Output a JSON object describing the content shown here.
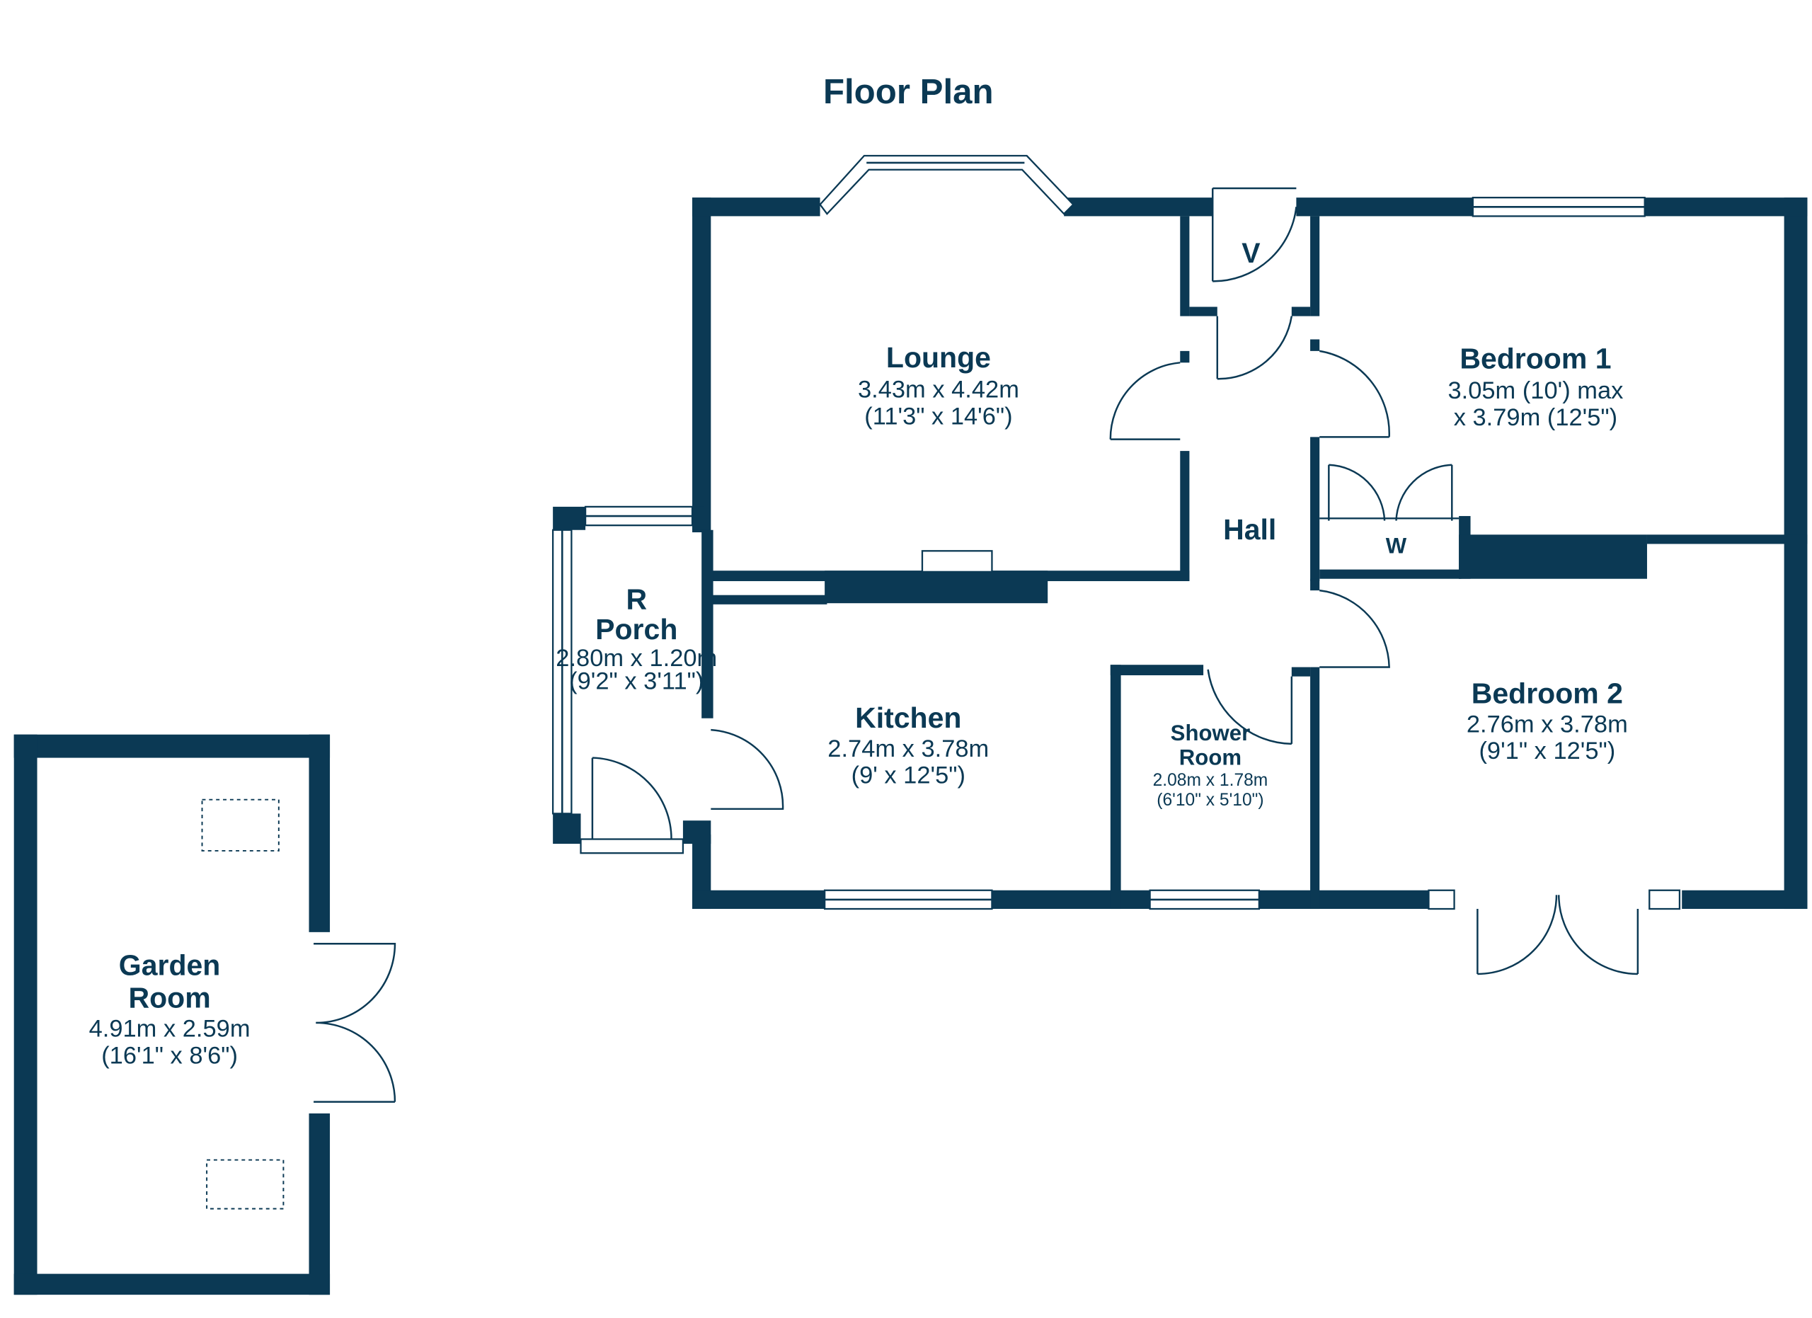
{
  "title": "Floor Plan",
  "rooms": {
    "lounge": {
      "name": "Lounge",
      "dim1": "3.43m x 4.42m",
      "dim2": "(11'3\" x 14'6\")"
    },
    "bedroom1": {
      "name": "Bedroom 1",
      "dim1": "3.05m (10') max",
      "dim2": "x 3.79m (12'5\")"
    },
    "hall": {
      "name": "Hall"
    },
    "porch": {
      "name_r": "R",
      "name": "Porch",
      "dim1": "2.80m x 1.20m",
      "dim2": "(9'2\" x 3'11\")"
    },
    "kitchen": {
      "name": "Kitchen",
      "dim1": "2.74m x 3.78m",
      "dim2": "(9' x 12'5\")"
    },
    "shower_room": {
      "name1": "Shower",
      "name2": "Room",
      "dim1": "2.08m x 1.78m",
      "dim2": "(6'10\" x 5'10\")"
    },
    "bedroom2": {
      "name": "Bedroom 2",
      "dim1": "2.76m x 3.78m",
      "dim2": "(9'1\" x 12'5\")"
    },
    "garden_room": {
      "name1": "Garden",
      "name2": "Room",
      "dim1": "4.91m x 2.59m",
      "dim2": "(16'1\" x 8'6\")"
    }
  },
  "labels": {
    "vestibule": "V",
    "wardrobe": "W"
  },
  "colors": {
    "wall": "#0b3954",
    "background": "#ffffff"
  }
}
